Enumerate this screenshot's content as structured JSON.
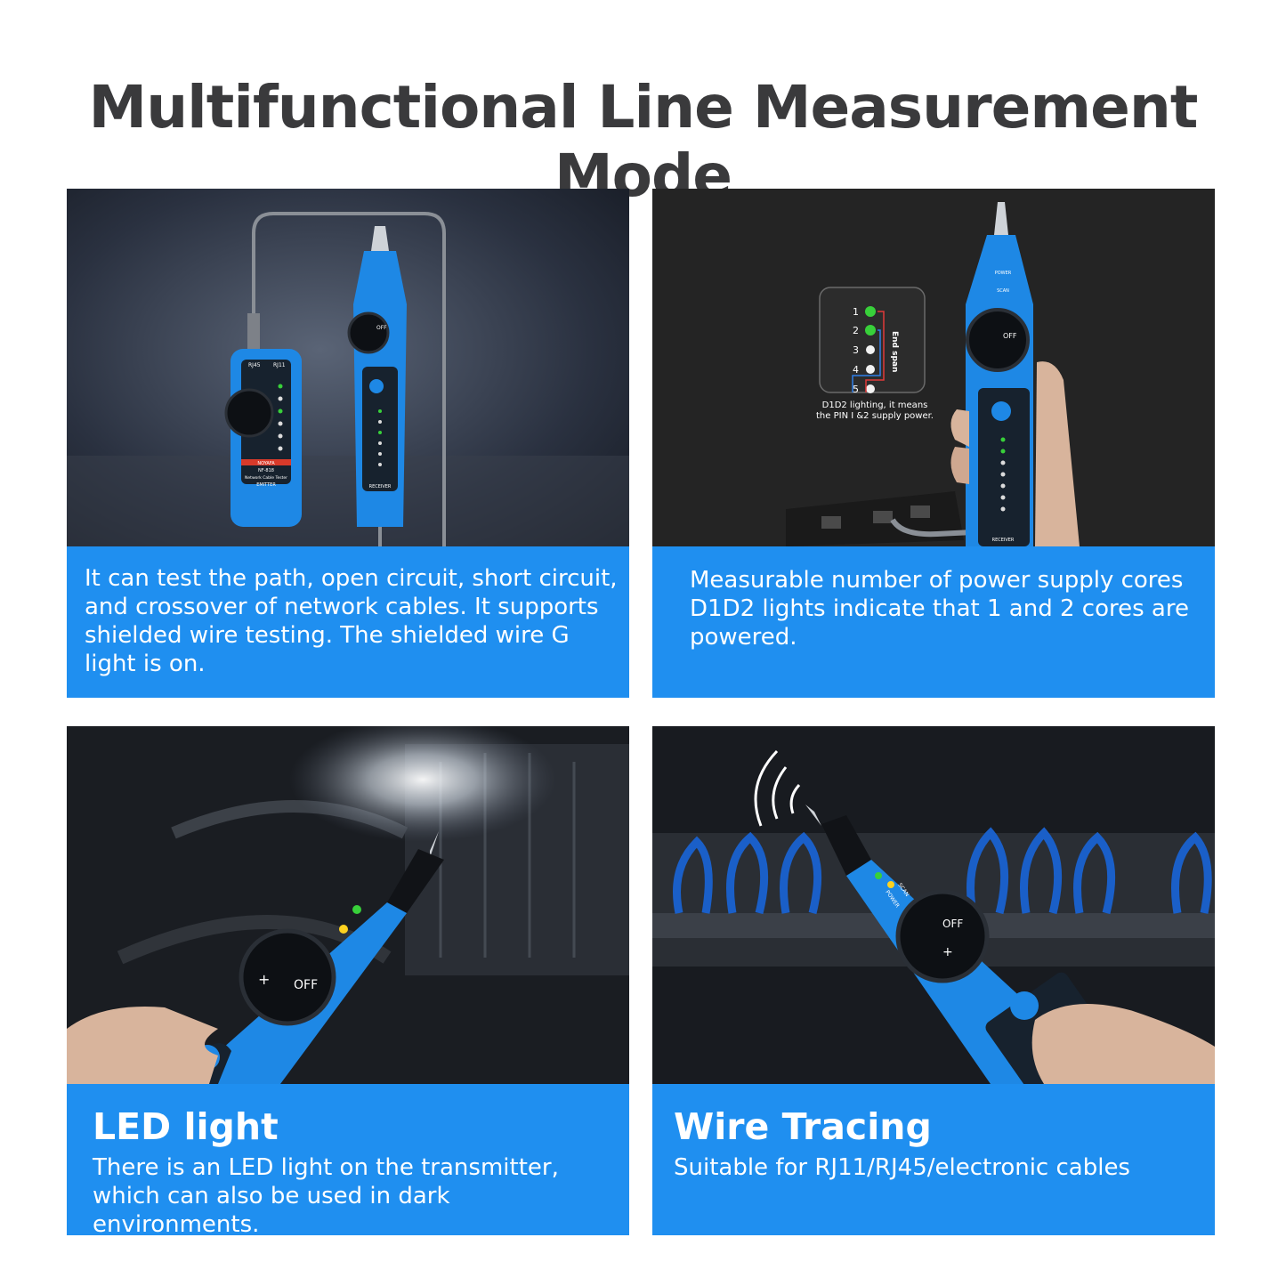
{
  "page": {
    "title": "Multifunctional Line Measurement Mode"
  },
  "panels": [
    {
      "id": "cable-test",
      "text": "It can test the path, open circuit, short circuit, and crossover of network cables. It supports shielded wire testing. The shielded wire G light is on."
    },
    {
      "id": "power-cores",
      "text": "Measurable number of power supply cores D1D2 lights indicate that 1 and 2 cores are powered.",
      "callout": {
        "pins": [
          "1",
          "2",
          "3",
          "4",
          "5"
        ],
        "side_label": "End span",
        "note_line1": "D1D2 lighting, it means",
        "note_line2": "the PIN I &2 supply power."
      }
    },
    {
      "id": "led-light",
      "heading": "LED light",
      "text": "There is an LED light on the transmitter, which can also be used in dark environments."
    },
    {
      "id": "wire-tracing",
      "heading": "Wire Tracing",
      "text": "Suitable for RJ11/RJ45/electronic cables"
    }
  ],
  "device": {
    "emitter_ports": [
      "RJ45",
      "RJ11"
    ],
    "emitter_brand": "NOYAFA",
    "emitter_model": "NF-818",
    "emitter_name": "Network Cable Tester",
    "emitter_label": "EMITTER",
    "receiver_label": "RECEIVER",
    "indicator_power": "POWER",
    "indicator_scan": "SCAN",
    "dial_off": "OFF",
    "dial_plus": "+"
  },
  "colors": {
    "caption_blue": "#1f8ff0",
    "device_blue": "#1e88e5",
    "title_gray": "#3a3a3c",
    "led_green": "#38d03a",
    "led_yellow": "#ffd21f"
  }
}
